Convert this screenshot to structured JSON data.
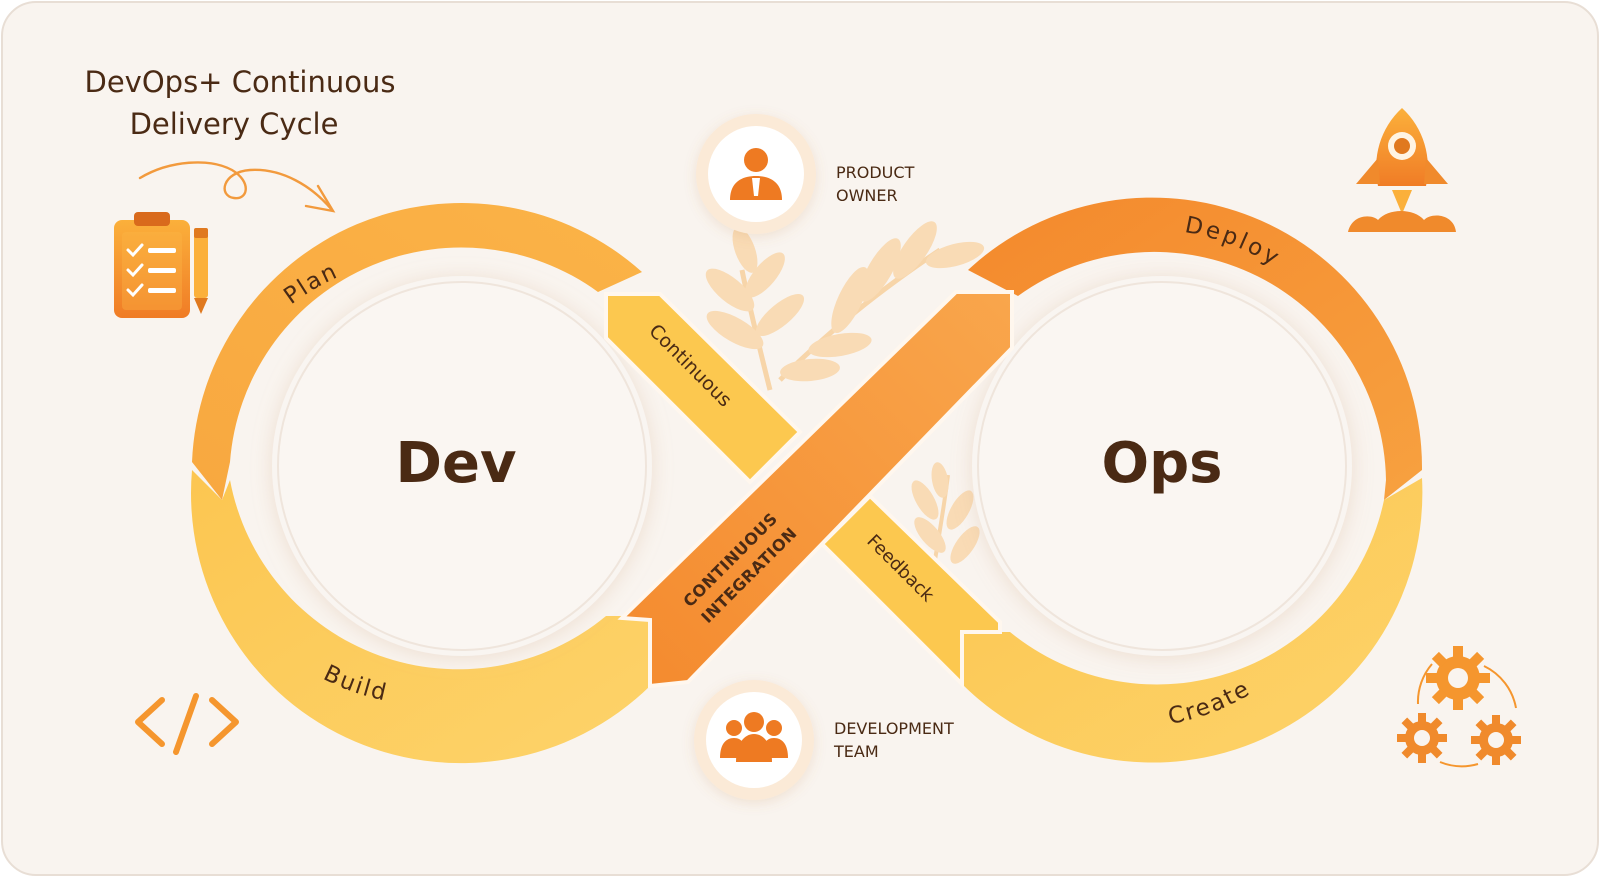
{
  "title": {
    "line1": "DevOps+ Continuous",
    "line2": "Delivery Cycle"
  },
  "loops": {
    "left": "Dev",
    "right": "Ops"
  },
  "segments": {
    "plan": "Plan",
    "build": "Build",
    "deploy": "Deploy",
    "create": "Create",
    "continuous": "Continuous",
    "feedback": "Feedback",
    "ci_line1": "CONTINUOUS",
    "ci_line2": "INTEGRATION"
  },
  "roles": {
    "product_owner": {
      "line1": "PRODUCT",
      "line2": "OWNER",
      "icon": "person-icon"
    },
    "development_team": {
      "line1": "DEVELOPMENT",
      "line2": "TEAM",
      "icon": "team-icon"
    }
  },
  "icons": [
    "clipboard-icon",
    "pencil-icon",
    "rocket-icon",
    "code-icon",
    "gears-icon",
    "leaf-decoration"
  ],
  "colors": {
    "background": "#f9f3ee",
    "frame": "#e6ddd5",
    "dark_text": "#4a2a14",
    "orange_dark": "#f08a2c",
    "orange_mid": "#f7a641",
    "yellow": "#fbc956",
    "yellow_light": "#fdd66a",
    "icon_orange": "#ee7a22",
    "leaf": "#f9d4a5"
  }
}
